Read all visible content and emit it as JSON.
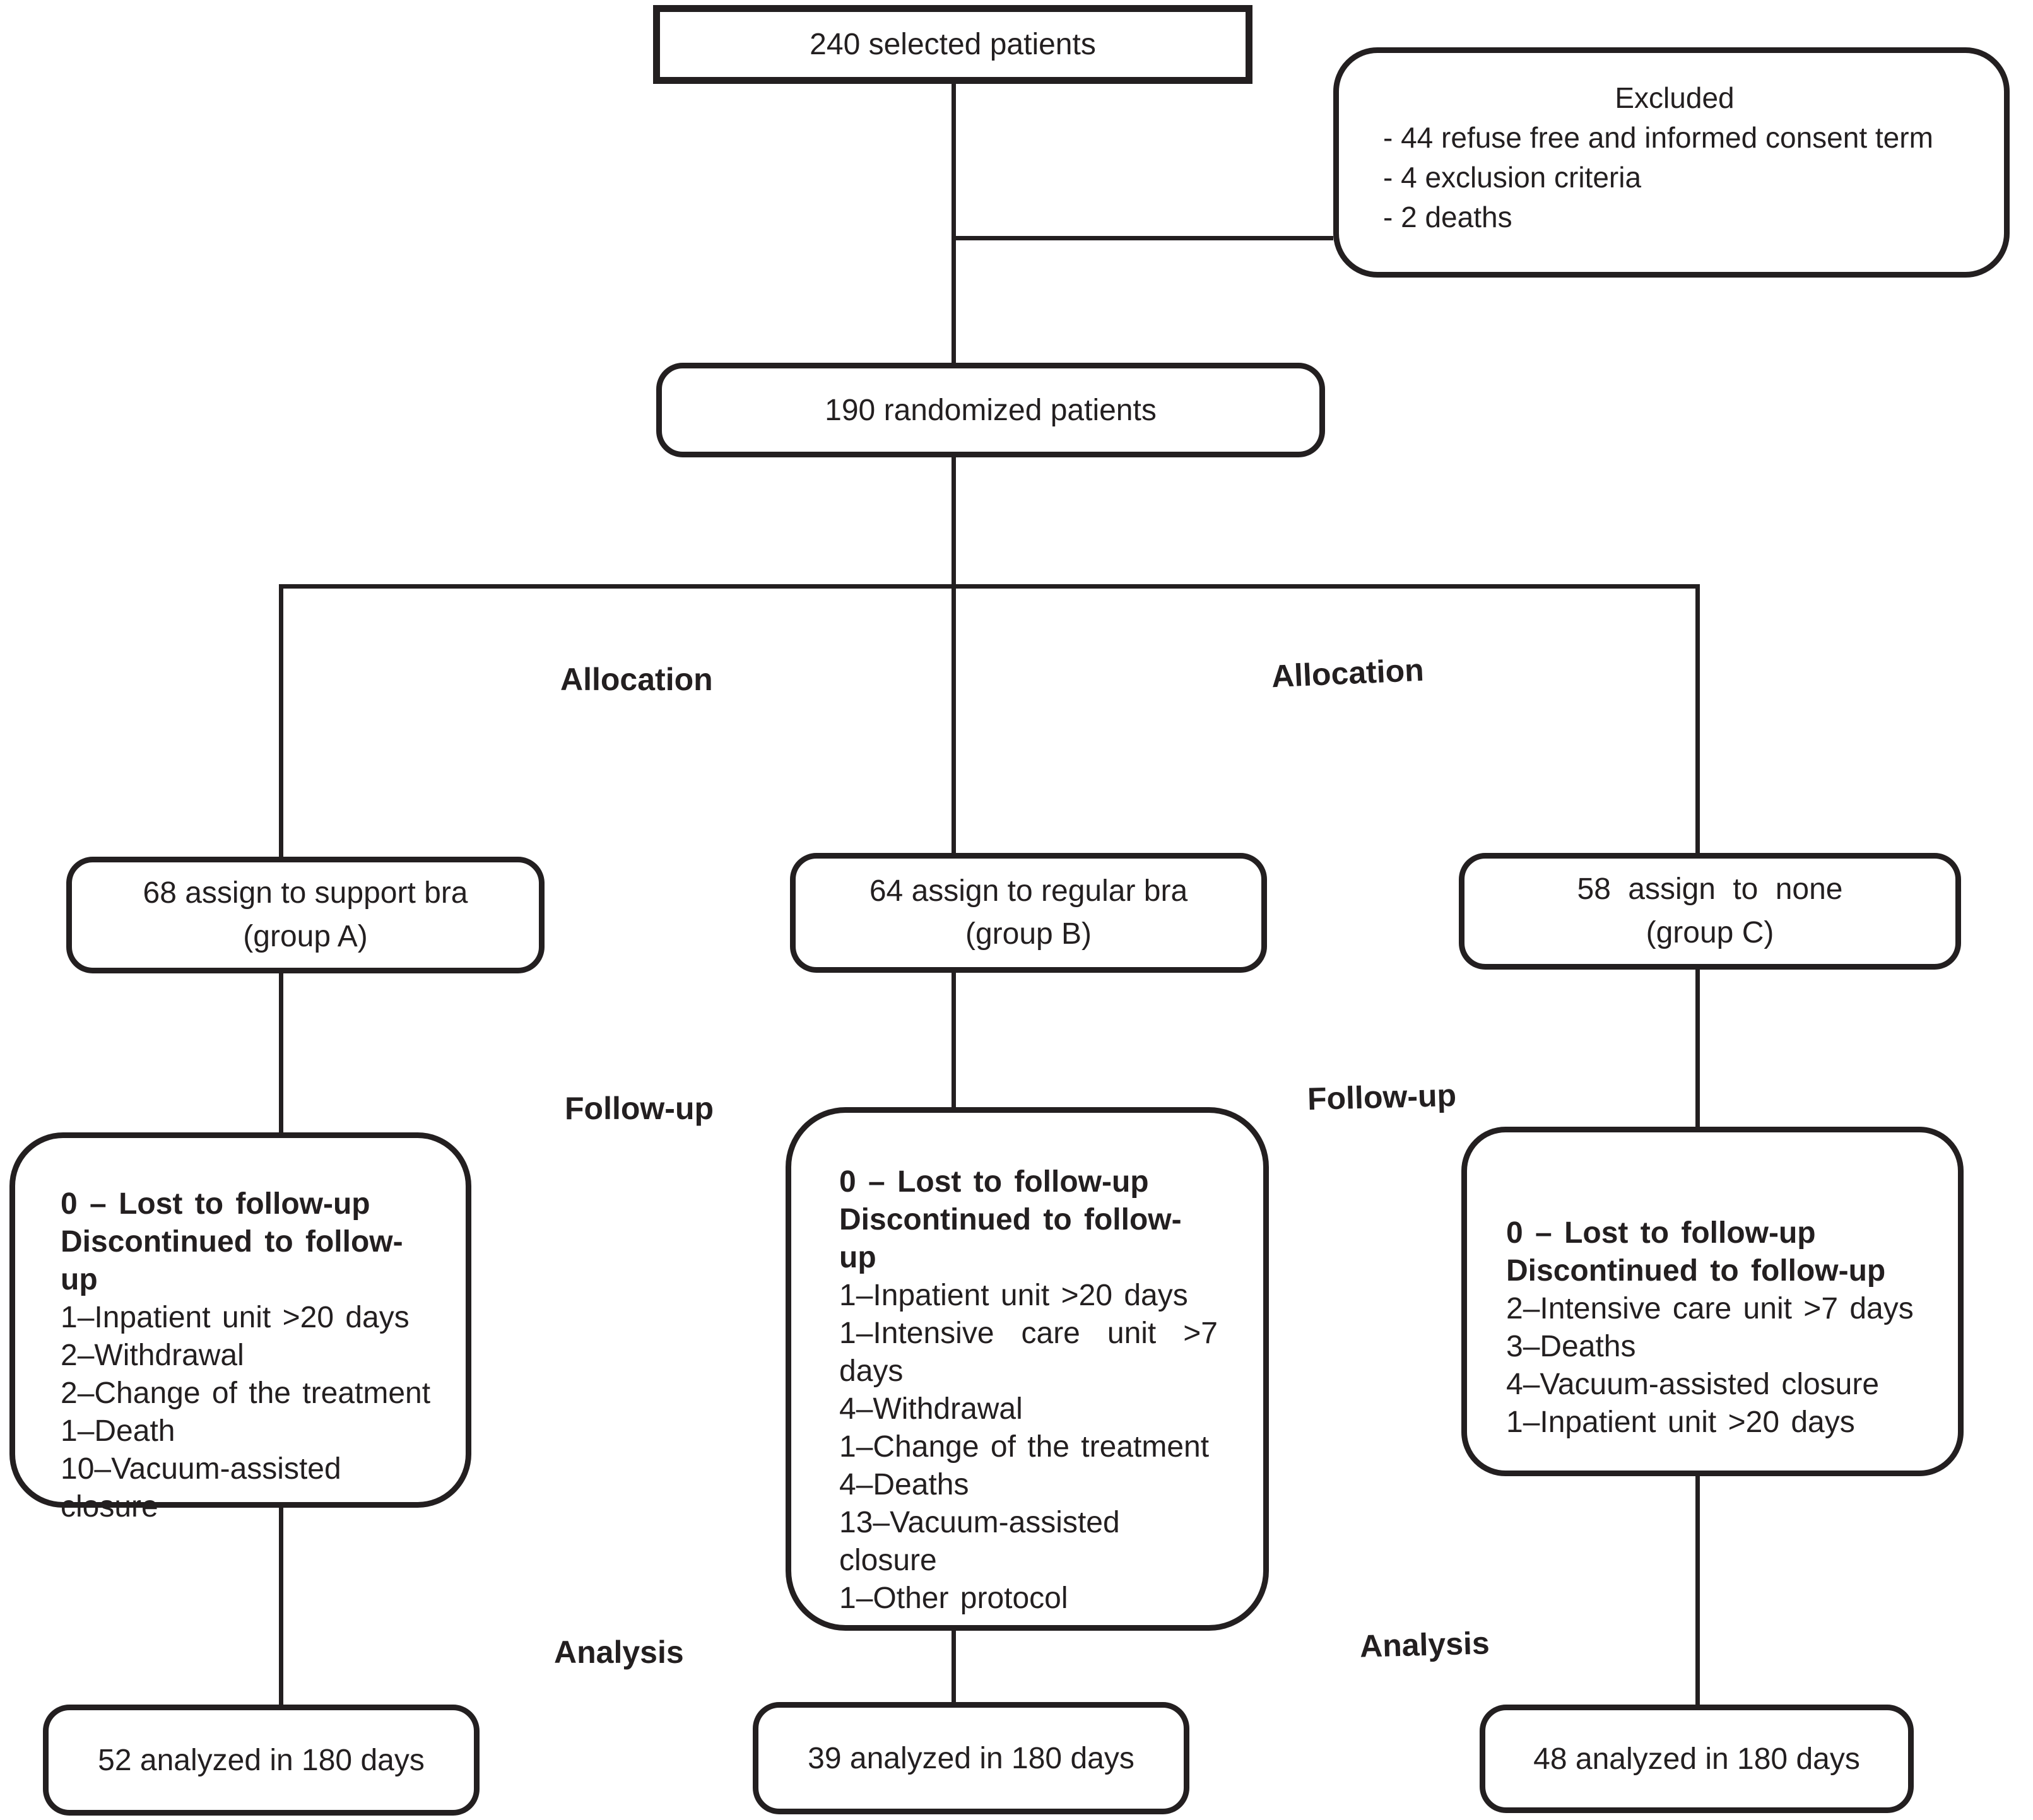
{
  "flow": {
    "selected": {
      "text": "240 selected patients"
    },
    "excluded": {
      "title": "Excluded",
      "items": [
        "- 44 refuse free and informed consent term",
        "- 4 exclusion criteria",
        "- 2 deaths"
      ]
    },
    "randomized": {
      "text": "190 randomized patients"
    },
    "labels": {
      "allocation_left": "Allocation",
      "allocation_right": "Allocation",
      "followup_left": "Follow-up",
      "followup_right": "Follow-up",
      "analysis_left": "Analysis",
      "analysis_right": "Analysis"
    },
    "allocation_a": {
      "line1": "68 assign to support bra",
      "line2": "(group A)"
    },
    "allocation_b": {
      "line1": "64 assign to regular bra",
      "line2": "(group B)"
    },
    "allocation_c": {
      "line1": "58 assign to none",
      "line2": "(group C)"
    },
    "followup_a": {
      "header1": "0 – Lost to follow-up",
      "header2": "Discontinued to follow-up",
      "items": [
        "1–Inpatient unit >20 days",
        "2–Withdrawal",
        "2–Change of the treatment",
        "1–Death",
        "10–Vacuum-assisted closure"
      ]
    },
    "followup_b": {
      "header1": "0 – Lost to follow-up",
      "header2": "Discontinued to follow-up",
      "items": [
        "1–Inpatient unit >20 days",
        "1–Intensive care unit >7 days",
        "4–Withdrawal",
        "1–Change of the treatment",
        "4–Deaths",
        "13–Vacuum-assisted closure",
        "1–Other protocol"
      ]
    },
    "followup_c": {
      "header1": "0 – Lost to follow-up",
      "header2": "Discontinued to follow-up",
      "items": [
        "2–Intensive care unit >7 days",
        "3–Deaths",
        "4–Vacuum-assisted closure",
        "1–Inpatient unit >20 days"
      ]
    },
    "analysis_a": {
      "text": "52 analyzed in 180 days"
    },
    "analysis_b": {
      "text": "39 analyzed in 180 days"
    },
    "analysis_c": {
      "text": "48 analyzed in 180 days"
    }
  },
  "colors": {
    "ink": "#231f20",
    "background": "#ffffff"
  }
}
